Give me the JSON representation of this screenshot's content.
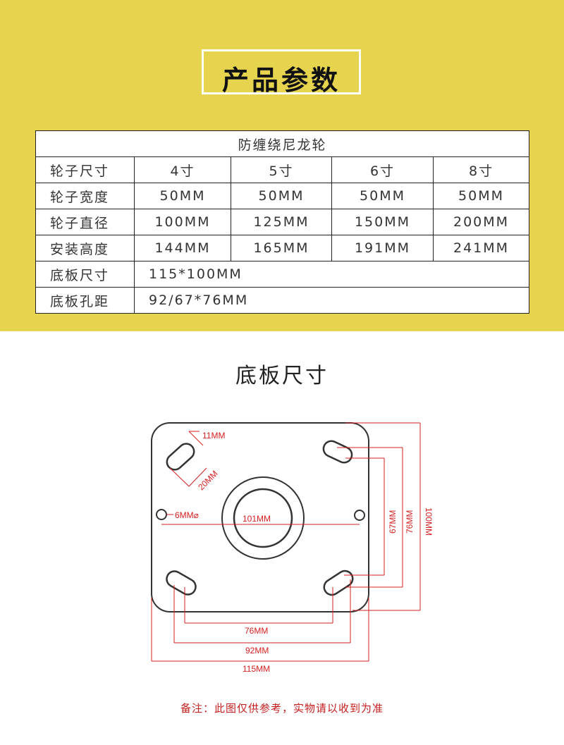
{
  "header": {
    "title": "产品参数"
  },
  "table": {
    "caption": "防缠绕尼龙轮",
    "rows": [
      {
        "label": "轮子尺寸",
        "values": [
          "4寸",
          "5寸",
          "6寸",
          "8寸"
        ]
      },
      {
        "label": "轮子宽度",
        "values": [
          "50MM",
          "50MM",
          "50MM",
          "50MM"
        ]
      },
      {
        "label": "轮子直径",
        "values": [
          "100MM",
          "125MM",
          "150MM",
          "200MM"
        ]
      },
      {
        "label": "安装高度",
        "values": [
          "144MM",
          "165MM",
          "191MM",
          "241MM"
        ]
      }
    ],
    "plate_size_label": "底板尺寸",
    "plate_size_value": "115*100MM",
    "hole_pitch_label": "底板孔距",
    "hole_pitch_value": "92/67*76MM"
  },
  "section": {
    "title": "底板尺寸"
  },
  "diagram": {
    "slot_width": "11MM",
    "slot_length": "20MM",
    "hole_diameter": "6MM⌀",
    "center_diameter": "101MM",
    "dim_67": "67MM",
    "dim_76_vertical": "76MM",
    "dim_100": "100MM",
    "dim_76_horizontal": "76MM",
    "dim_92": "92MM",
    "dim_115": "115MM",
    "colors": {
      "plate": "#333333",
      "dimension": "#d42020"
    }
  },
  "footer": {
    "note": "备注：此图仅供参考，实物请以收到为准"
  }
}
